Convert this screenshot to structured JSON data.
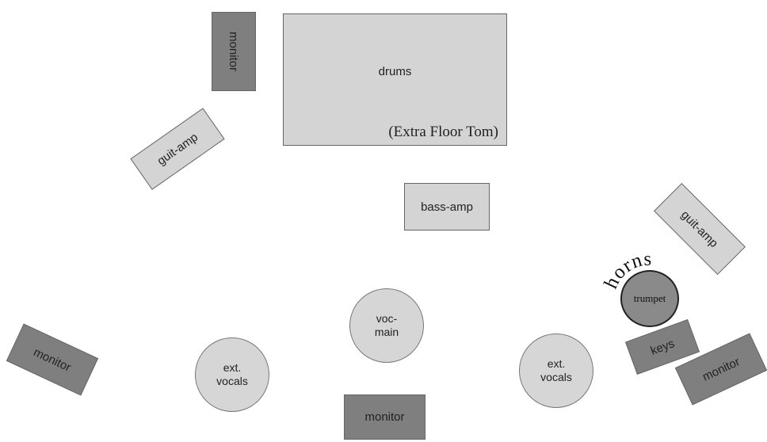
{
  "stage_items": {
    "drums": "drums",
    "drums_note": "(Extra Floor Tom)",
    "monitor_top": "monitor",
    "guit_amp_left": "guit-amp",
    "bass_amp": "bass-amp",
    "guit_amp_right": "guit-amp",
    "horns": "horns",
    "trumpet": "trumpet",
    "monitor_left": "monitor",
    "ext_vocals_left": "ext.\nvocals",
    "voc_main": "voc-\nmain",
    "monitor_bottom": "monitor",
    "ext_vocals_right": "ext.\nvocals",
    "keys": "keys",
    "monitor_right": "monitor"
  },
  "colors": {
    "light_fill": "#d4d4d4",
    "dark_fill": "#7f7f7f",
    "trumpet_fill": "#8a8a8a",
    "outline": "#666666"
  }
}
